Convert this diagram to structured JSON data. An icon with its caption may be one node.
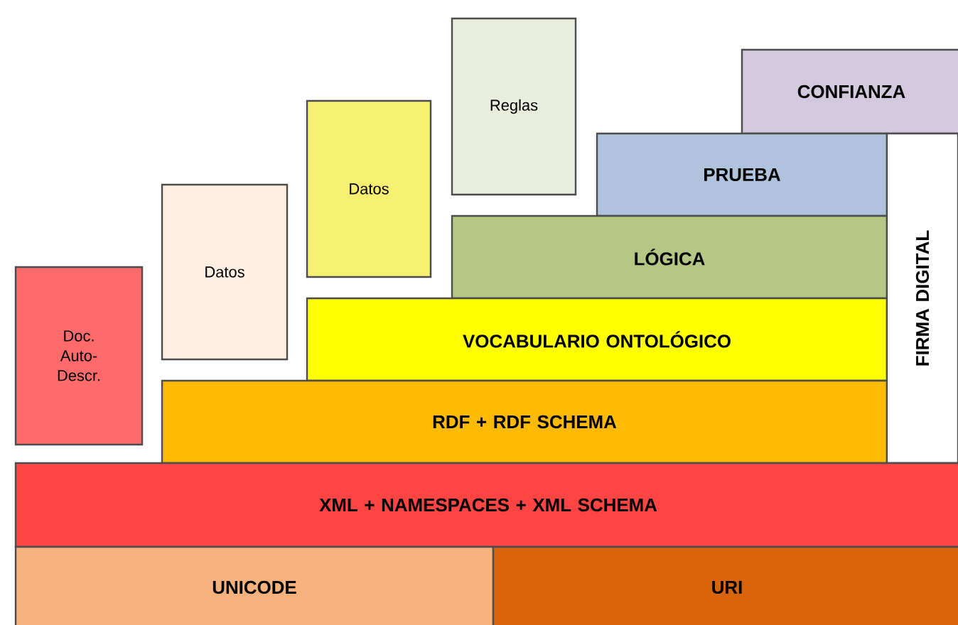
{
  "diagram": {
    "nodes": [
      {
        "text": [
          "Doc. Auto-Descr."
        ]
      },
      {
        "text": [
          "Datos"
        ]
      },
      {
        "text": [
          "Datos"
        ]
      },
      {
        "text": [
          "Reglas"
        ]
      },
      {
        "text": [
          "CONFIANZA"
        ]
      },
      {
        "text": [
          "PRUEBA"
        ]
      },
      {
        "text": [
          "LÓGICA"
        ]
      },
      {
        "text": [
          "VOCABULARIO ONTOLÓGICO"
        ]
      },
      {
        "text": [
          "RDF + RDF SCHEMA"
        ]
      },
      {
        "text": [
          "FIRMA DIGITAL"
        ]
      },
      {
        "text": [
          "XML + NAMESPACES + XML SCHEMA"
        ]
      },
      {
        "text": [
          "UNICODE"
        ]
      },
      {
        "text": [
          "URI"
        ]
      }
    ]
  }
}
